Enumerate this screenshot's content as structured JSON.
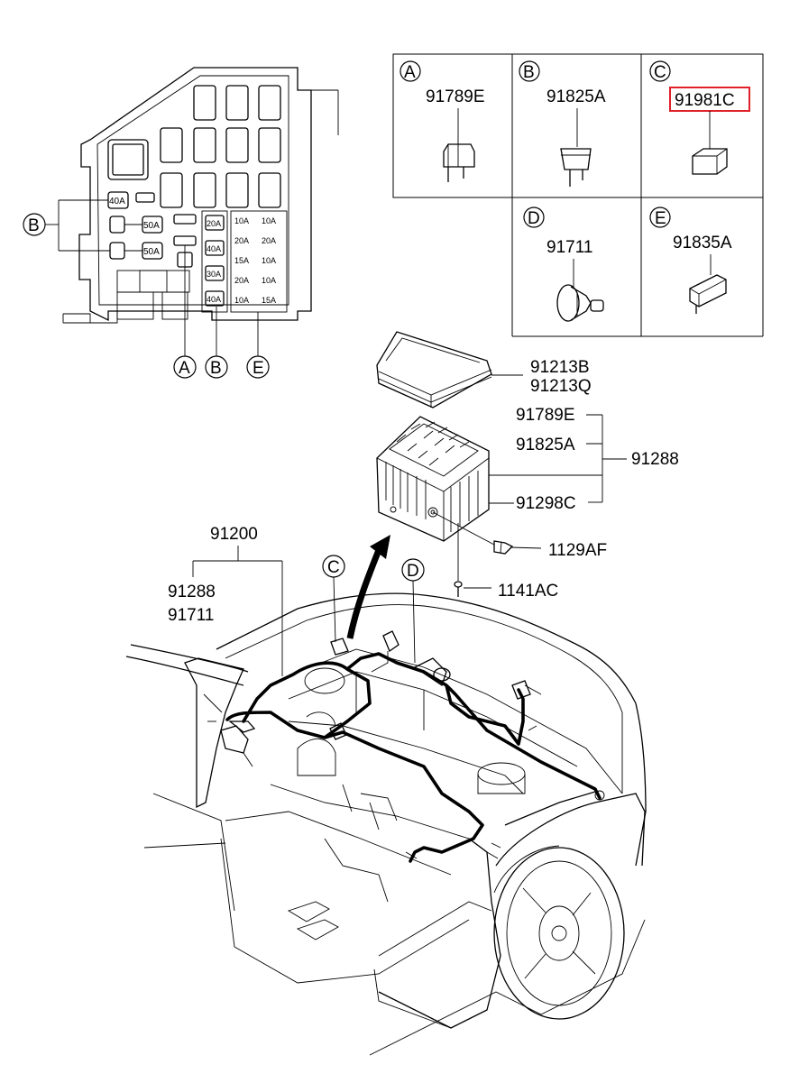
{
  "legend": {
    "cells": [
      {
        "letter": "A",
        "part": "91789E"
      },
      {
        "letter": "B",
        "part": "91825A"
      },
      {
        "letter": "C",
        "part": "91981C"
      },
      {
        "letter": "D",
        "part": "91711"
      },
      {
        "letter": "E",
        "part": "91835A"
      }
    ],
    "highlight_color": "#e0202a"
  },
  "fuse_box": {
    "callout_b": "B",
    "bottom_callouts": [
      "A",
      "B",
      "E"
    ],
    "left_fuses": [
      "40A",
      "50A",
      "50A"
    ],
    "middle_fuses": [
      "20A",
      "40A",
      "30A",
      "40A"
    ],
    "mini_fuses_col1": [
      "10A",
      "20A",
      "15A",
      "20A",
      "10A"
    ],
    "mini_fuses_col2": [
      "10A",
      "20A",
      "10A",
      "10A",
      "15A"
    ]
  },
  "parts": {
    "cover": [
      "91213B",
      "91213Q"
    ],
    "relay": "91789E",
    "fuse": "91825A",
    "assembly": "91288",
    "box": "91298C",
    "bolt": "1129AF",
    "screw": "1141AC"
  },
  "harness": {
    "main": "91200",
    "sub": [
      "91288",
      "91711"
    ],
    "callout_c": "C",
    "callout_d": "D"
  }
}
